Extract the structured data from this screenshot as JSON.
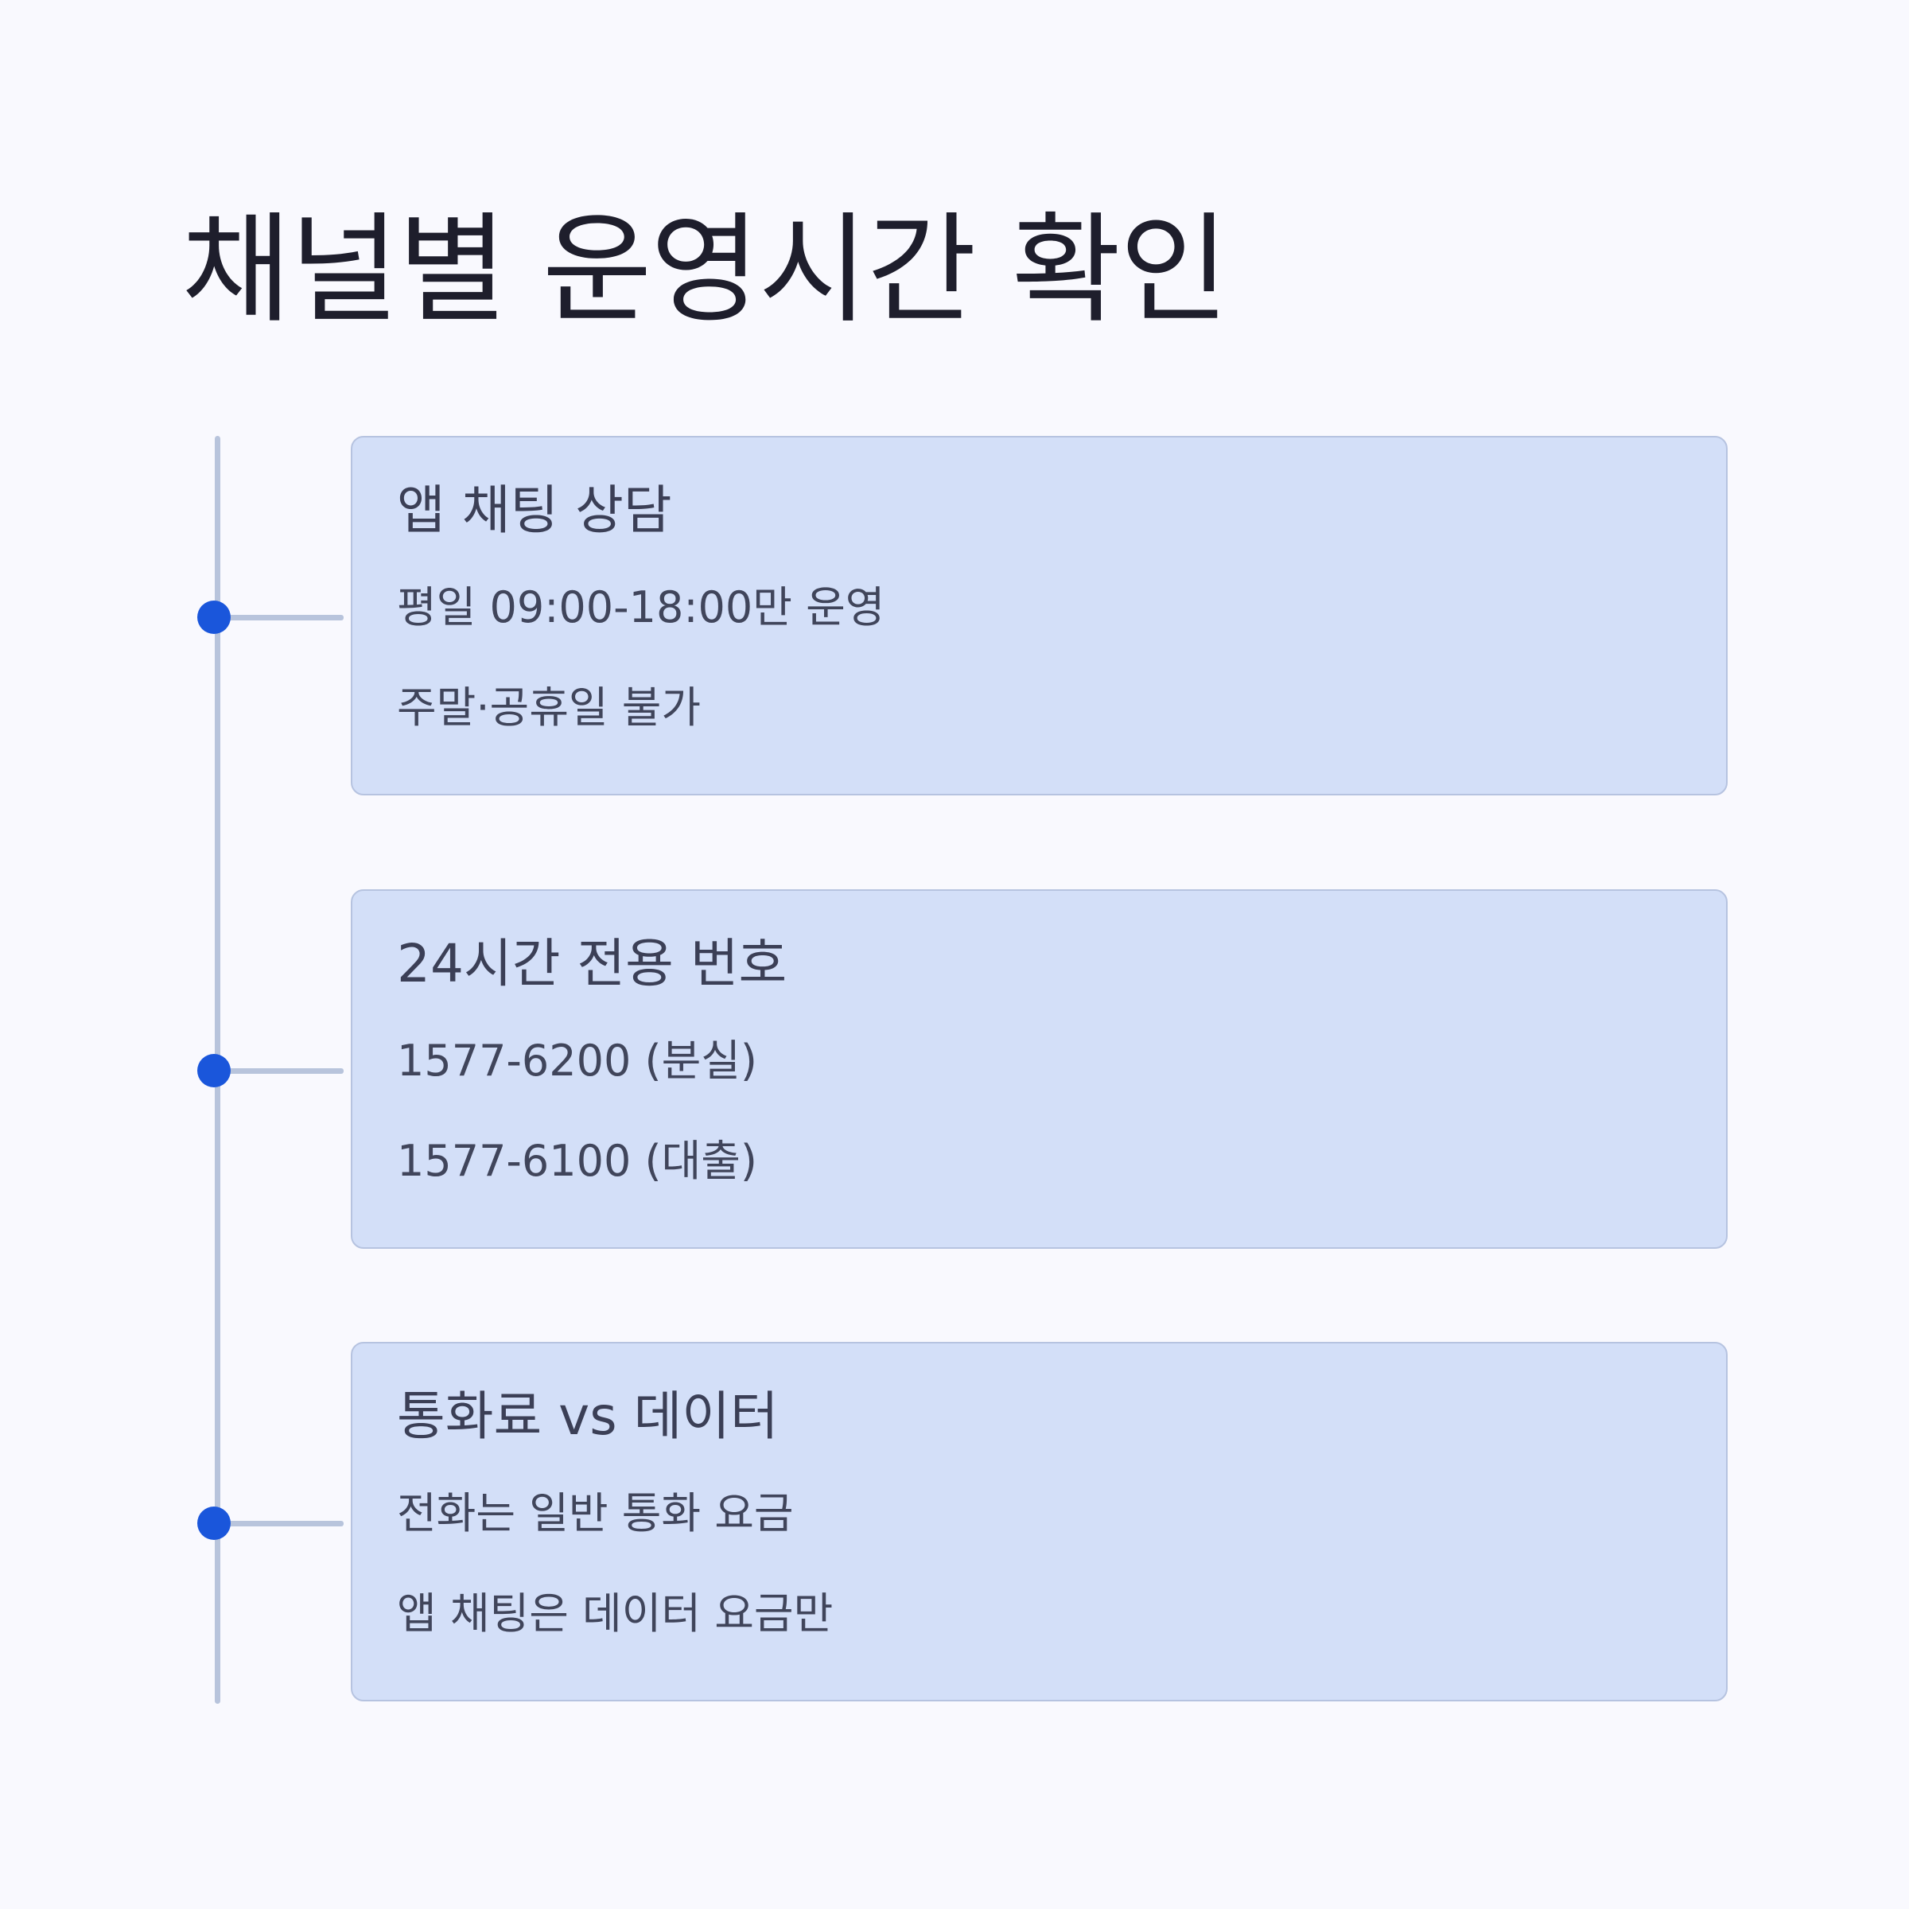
{
  "page_title": "채널별 운영시간 확인",
  "colors": {
    "background": "#f9f9fe",
    "card": "#d3dff8",
    "accent_dot": "#1a56db",
    "timeline": "#b8c4dc"
  },
  "channels": [
    {
      "title": "앱 채팅 상담",
      "lines": [
        "평일 09:00-18:00만 운영",
        "주말·공휴일 불가"
      ]
    },
    {
      "title": "24시간 전용 번호",
      "lines": [
        "1577-6200 (분실)",
        "1577-6100 (대출)"
      ]
    },
    {
      "title": "통화료 vs 데이터",
      "lines": [
        "전화는 일반 통화 요금",
        "앱 채팅은 데이터 요금만"
      ]
    }
  ]
}
